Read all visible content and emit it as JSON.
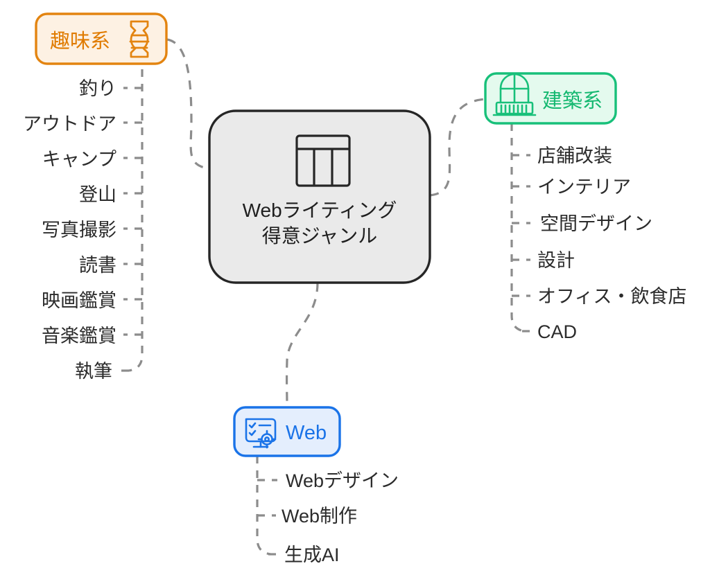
{
  "diagram": {
    "type": "mind-map",
    "background": "#ffffff",
    "link_color": "#8c8c8c",
    "link_style": "dashed"
  },
  "center": {
    "label_line1": "Webライティング",
    "label_line2": "得意ジャンル",
    "icon": "table-columns-icon",
    "fill": "#eaeaea",
    "border": "#262626",
    "text_color": "#1f1f1f"
  },
  "branches": [
    {
      "id": "hobby",
      "title": "趣味系",
      "icon": "lantern-icon",
      "accent": "#e38410",
      "fill": "#fdf1e3",
      "text_color": "#e07b00",
      "children": [
        "釣り",
        "アウトドア",
        "キャンプ",
        "登山",
        "写真撮影",
        "読書",
        "映画鑑賞",
        "音楽鑑賞",
        "執筆"
      ]
    },
    {
      "id": "architecture",
      "title": "建築系",
      "icon": "building-balcony-icon",
      "accent": "#18c07a",
      "fill": "#e4faee",
      "text_color": "#14b870",
      "children": [
        "店舗改装",
        "インテリア",
        "空間デザイン",
        "設計",
        "オフィス・飲食店",
        "CAD"
      ]
    },
    {
      "id": "web",
      "title": "Web",
      "icon": "monitor-checklist-gear-icon",
      "accent": "#1a73e8",
      "fill": "#e4eefd",
      "text_color": "#1a73e8",
      "children": [
        "Webデザイン",
        "Web制作",
        "生成AI"
      ]
    }
  ],
  "leaf_text_color": "#2b2b2b"
}
